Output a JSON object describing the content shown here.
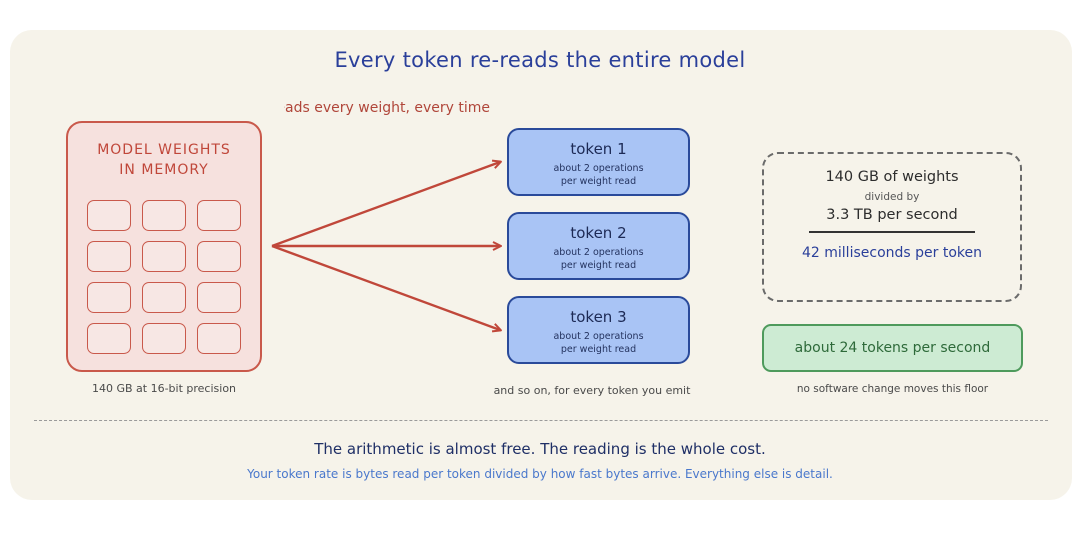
{
  "diagram": {
    "title": "Every token re-reads the entire model",
    "arrow_annotation": "reads every weight, every time",
    "memory": {
      "title": "MODEL WEIGHTS\nIN MEMORY",
      "caption": "140 GB at 16-bit precision",
      "grid_rows": 4,
      "grid_cols": 3
    },
    "tokens": [
      {
        "name": "token 1",
        "detail": "about 2 operations\nper weight read"
      },
      {
        "name": "token 2",
        "detail": "about 2 operations\nper weight read"
      },
      {
        "name": "token 3",
        "detail": "about 2 operations\nper weight read"
      }
    ],
    "tokens_caption": "and so on, for every token you emit",
    "calculation": {
      "numerator": "140 GB of weights",
      "operator": "divided by",
      "denominator": "3.3 TB per second",
      "result": "42 milliseconds per token"
    },
    "rate_box": "about 24 tokens per second",
    "rate_caption": "no software change moves this floor",
    "footer_headline": "The arithmetic is almost free. The reading is the whole cost.",
    "footer_detail": "Your token rate is bytes read per token divided by how fast bytes arrive. Everything else is detail.",
    "colors": {
      "memory_stroke": "#c9594b",
      "memory_fill": "#f6e1de",
      "token_fill": "#a9c4f5",
      "token_stroke": "#2a4a9a",
      "rate_fill": "#cdebd3",
      "rate_stroke": "#4e9a5c",
      "title_blue": "#2a3f9a",
      "arrow_red": "#c0473a"
    }
  }
}
